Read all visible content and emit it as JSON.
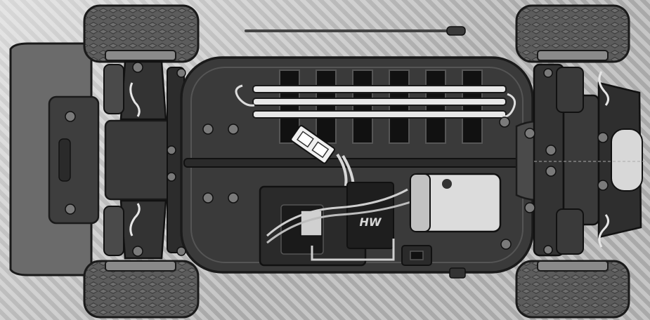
{
  "scene": {
    "subject": "",
    "colors": {
      "background_light": "#d4d4d4",
      "background_dark": "#a5a5a5",
      "chassis": "#3a3a3a",
      "chassis_outline": "#1a1a1a",
      "tire": "#5a5a5a",
      "parts_dark": "#2a2a2a",
      "motor": "#dcdcdc",
      "battery_bar": "#e8e8e8"
    },
    "electronics": {
      "speed_controller_label": "HW",
      "motor_label": ""
    },
    "battery_slot_count": 6,
    "wheel_count": 4
  }
}
